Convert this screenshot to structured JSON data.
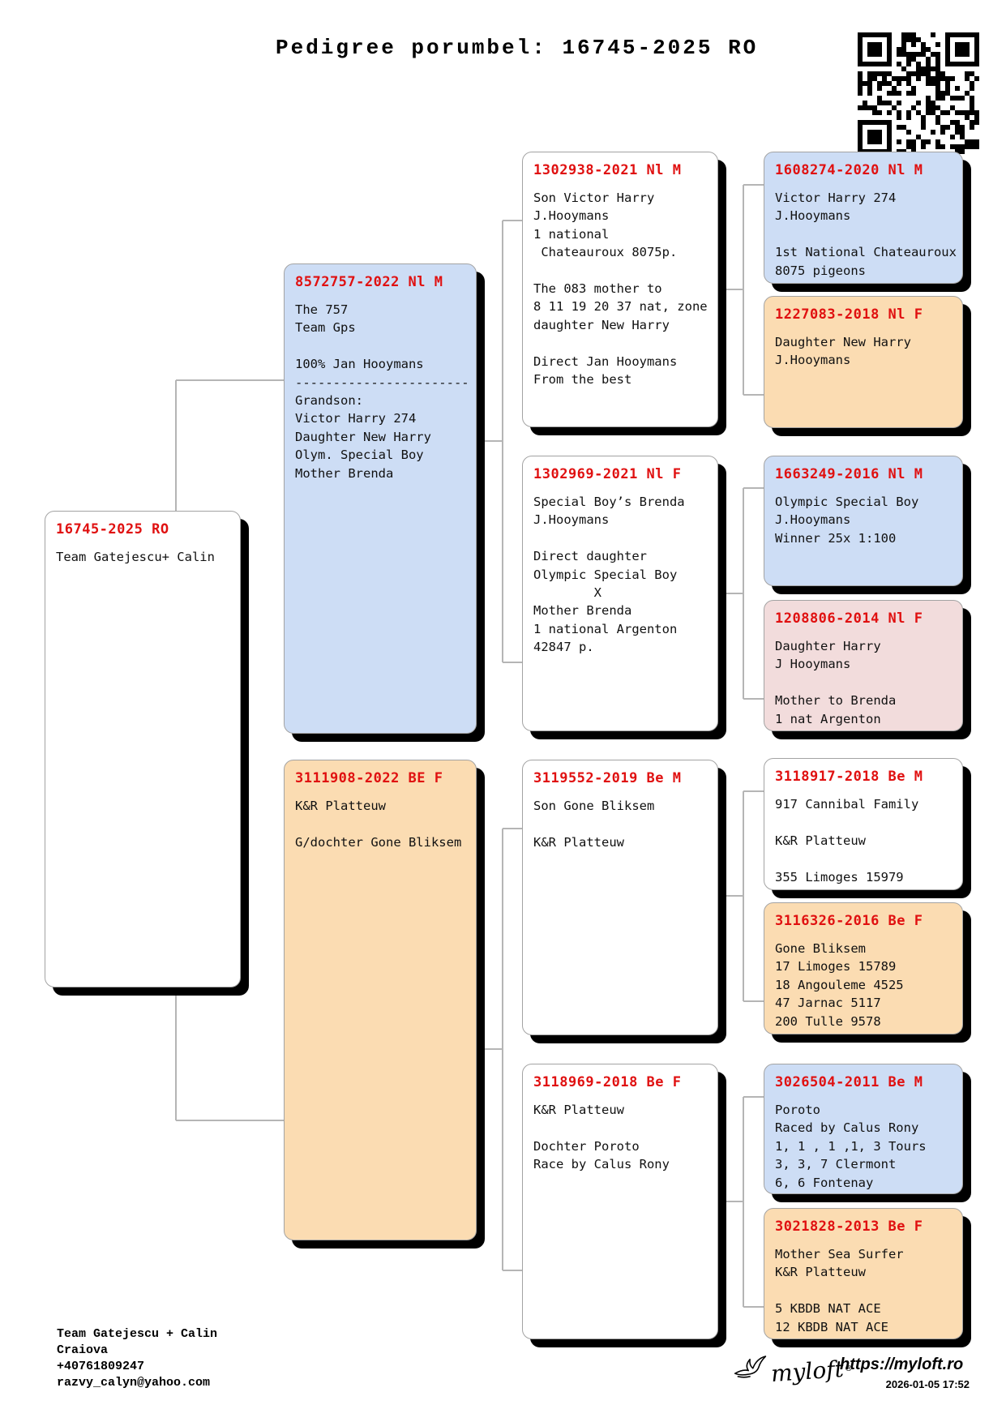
{
  "page": {
    "title": "Pedigree porumbel: 16745-2025 RO"
  },
  "palette": {
    "male_box": "#cdddf5",
    "female_box": "#fbdcb2",
    "female_alt_box": "#f2dcdc",
    "neutral_box": "#ffffff",
    "ring_number_red": "#e01010",
    "box_shadow": "#000000",
    "connector_line": "#b5b5b5"
  },
  "pedigree": {
    "subject": {
      "ring": "16745-2025 RO",
      "details": "Team Gatejescu+ Calin"
    },
    "father": {
      "ring": "8572757-2022 Nl M",
      "details": "The 757\nTeam Gps\n\n100% Jan Hooymans\n-----------------------\nGrandson:\nVictor Harry 274\nDaughter New Harry\nOlym. Special Boy\nMother Brenda"
    },
    "mother": {
      "ring": "3111908-2022 BE F",
      "details": "K&R Platteuw\n\nG/dochter Gone Bliksem"
    },
    "ff": {
      "ring": "1302938-2021 Nl M",
      "details": "Son Victor Harry\nJ.Hooymans\n1 national\n Chateauroux 8075p.\n\nThe 083 mother to\n8 11 19 20 37 nat, zone\ndaughter New Harry\n\nDirect Jan Hooymans\nFrom the best"
    },
    "fm": {
      "ring": "1302969-2021 Nl F",
      "details": "Special Boy’s Brenda\nJ.Hooymans\n\nDirect daughter\nOlympic Special Boy\n        X\nMother Brenda\n1 national Argenton\n42847 p."
    },
    "mf": {
      "ring": "3119552-2019 Be M",
      "details": "Son Gone Bliksem\n\nK&R Platteuw"
    },
    "mm": {
      "ring": "3118969-2018 Be F",
      "details": "K&R Platteuw\n\nDochter Poroto\nRace by Calus Rony"
    },
    "fff": {
      "ring": "1608274-2020 Nl M",
      "details": "Victor Harry 274\nJ.Hooymans\n\n1st National Chateauroux\n8075 pigeons"
    },
    "ffm": {
      "ring": "1227083-2018 Nl F",
      "details": "Daughter New Harry\nJ.Hooymans"
    },
    "fmf": {
      "ring": "1663249-2016 Nl M",
      "details": "Olympic Special Boy\nJ.Hooymans\nWinner 25x 1:100"
    },
    "fmm": {
      "ring": "1208806-2014 Nl F",
      "details": "Daughter Harry\nJ Hooymans\n\nMother to Brenda\n1 nat Argenton"
    },
    "mff": {
      "ring": "3118917-2018 Be M",
      "details": "917 Cannibal Family\n\nK&R Platteuw\n\n355 Limoges 15979"
    },
    "mfm": {
      "ring": "3116326-2016 Be F",
      "details": "Gone Bliksem\n17 Limoges 15789\n18 Angouleme 4525\n47 Jarnac 5117\n200 Tulle 9578"
    },
    "mmf": {
      "ring": "3026504-2011 Be M",
      "details": "Poroto\nRaced by Calus Rony\n1, 1 , 1 ,1, 3 Tours\n3, 3, 7 Clermont\n6, 6 Fontenay"
    },
    "mmm": {
      "ring": "3021828-2013 Be F",
      "details": "Mother Sea Surfer\nK&R Platteuw\n\n5 KBDB NAT ACE\n12 KBDB NAT ACE"
    }
  },
  "footer": {
    "owner": "Team Gatejescu + Calin\nCraiova\n+40761809247\nrazvy_calyn@yahoo.com",
    "brand": "myloft",
    "registered_mark": "®",
    "website": "https://myloft.ro",
    "generated_at": "2026-01-05 17:52"
  }
}
